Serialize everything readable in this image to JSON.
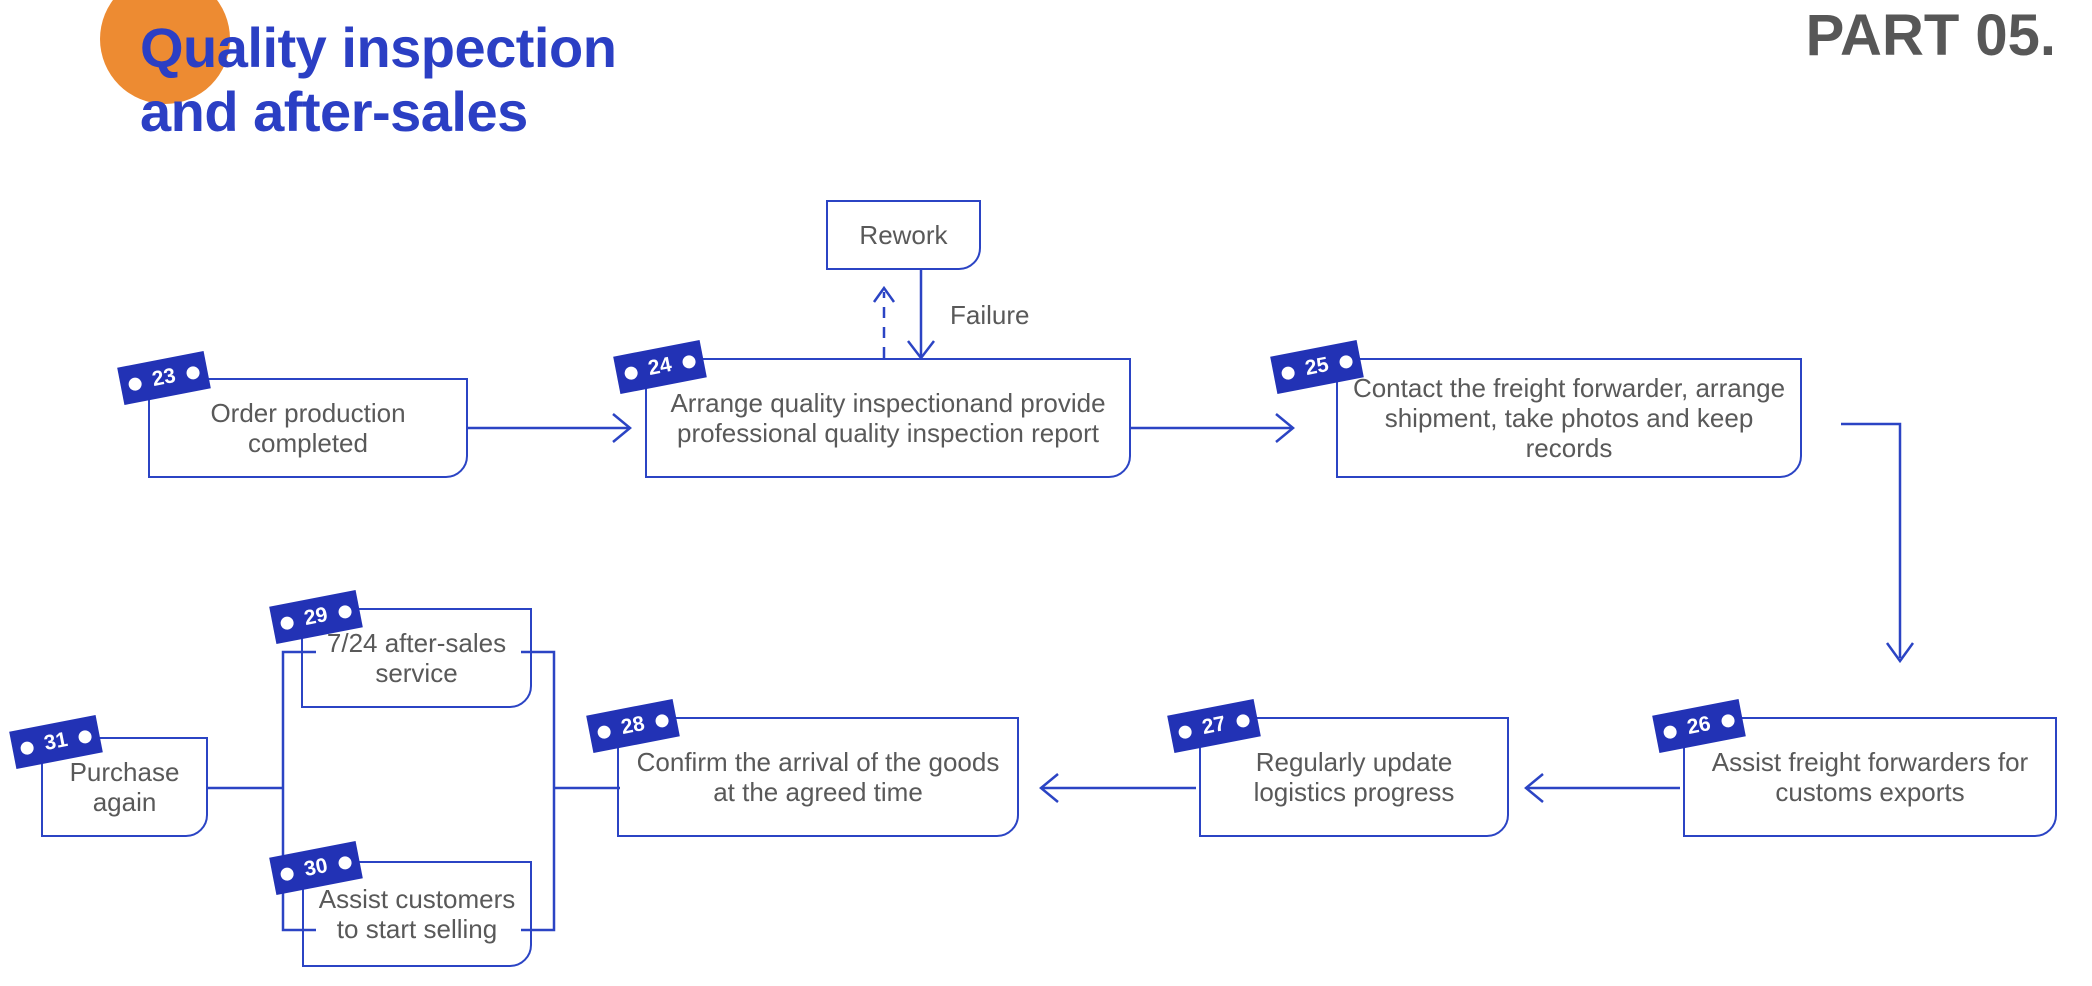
{
  "header": {
    "title_line1": "Quality inspection",
    "title_line2": "and after-sales",
    "part_label": "PART 05.",
    "accent_blue": "#2B3FC4",
    "accent_orange": "#ED8B32",
    "part_color": "#575757"
  },
  "diagram": {
    "line_color": "#2B44C4",
    "box_text_color": "#595959",
    "tag_color": "#2232B5",
    "nodes": [
      {
        "tag": "23",
        "text": "Order production completed"
      },
      {
        "tag": "24",
        "text": "Arrange quality inspectionand provide professional quality inspection report"
      },
      {
        "tag": "25",
        "text": "Contact the freight forwarder, arrange shipment, take photos and keep records"
      },
      {
        "tag": "26",
        "text": "Assist freight forwarders for customs exports"
      },
      {
        "tag": "27",
        "text": "Regularly update logistics progress"
      },
      {
        "tag": "28",
        "text": "Confirm the arrival of the goods at the agreed time"
      },
      {
        "tag": "29",
        "text": "7/24 after-sales service"
      },
      {
        "tag": "30",
        "text": "Assist customers to start selling"
      },
      {
        "tag": "31",
        "text": "Purchase again"
      }
    ],
    "rework_box": "Rework",
    "failure_label": "Failure"
  }
}
